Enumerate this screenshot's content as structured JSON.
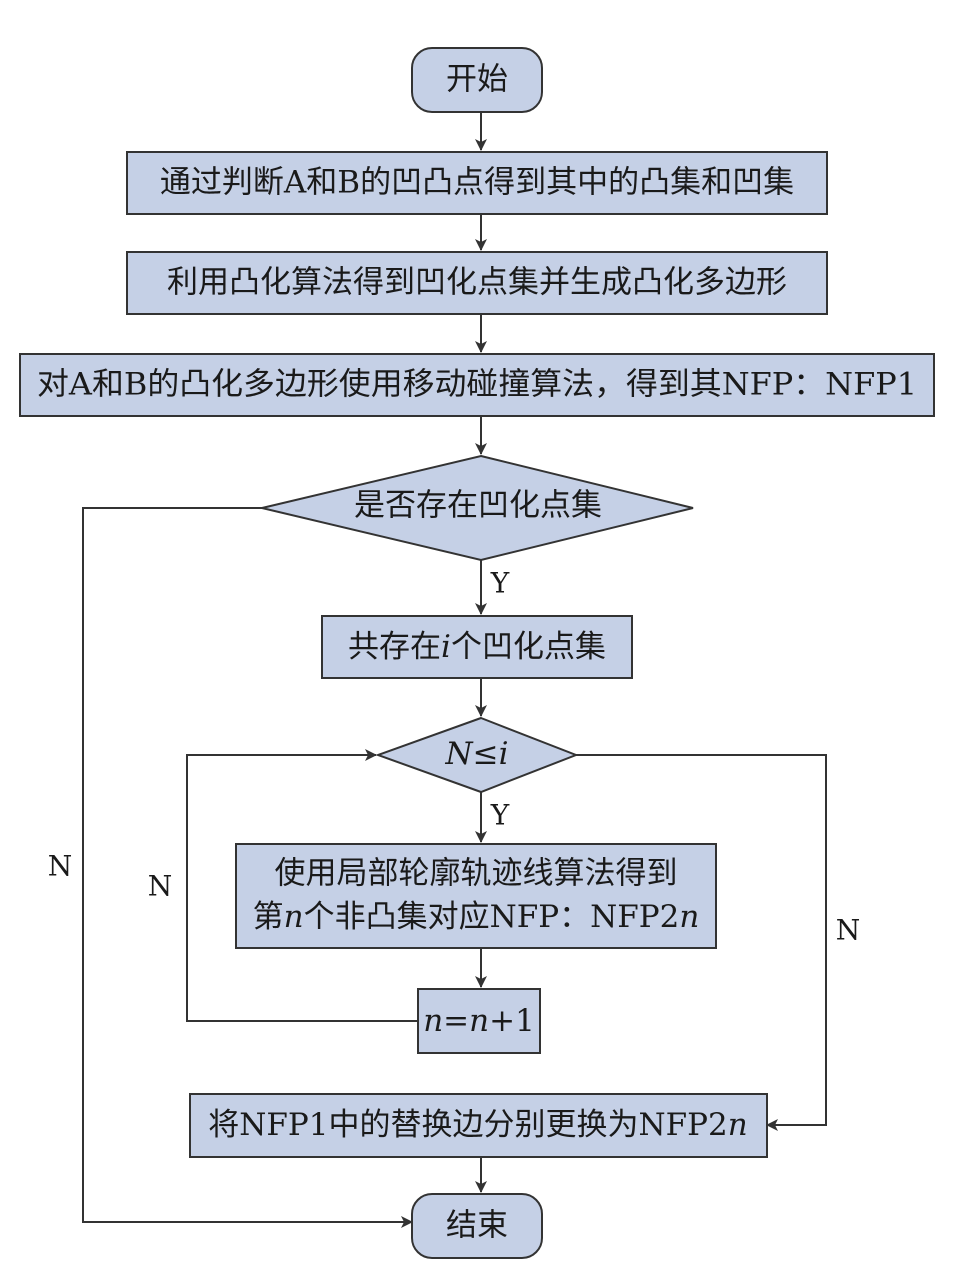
{
  "nodes": {
    "start": "开始",
    "step1": "通过判断A和B的凹凸点得到其中的凸集和凹集",
    "step2": "利用凸化算法得到凹化点集并生成凸化多边形",
    "step3": "对A和B的凸化多边形使用移动碰撞算法，得到其NFP：NFP1",
    "decision1": "是否存在凹化点集",
    "step4": {
      "pre": "共存在",
      "var": "i",
      "post": "个凹化点集"
    },
    "decision2": {
      "var1": "N",
      "op": "≤",
      "var2": "i"
    },
    "step5": {
      "line1": "使用局部轮廓轨迹线算法得到",
      "line2_pre": "第",
      "line2_var": "n",
      "line2_mid": "个非凸集对应NFP：NFP2",
      "line2_var2": "n"
    },
    "step6": {
      "var1": "n",
      "op": "=",
      "var2": "n",
      "post": "+1"
    },
    "step7": {
      "pre": "将NFP1中的替换边分别更换为NFP2",
      "var": "n"
    },
    "end": "结束"
  },
  "labels": {
    "d1_yes": "Y",
    "d1_no": "N",
    "d2_yes": "Y",
    "loop_no": "N",
    "d2_no": "N"
  }
}
